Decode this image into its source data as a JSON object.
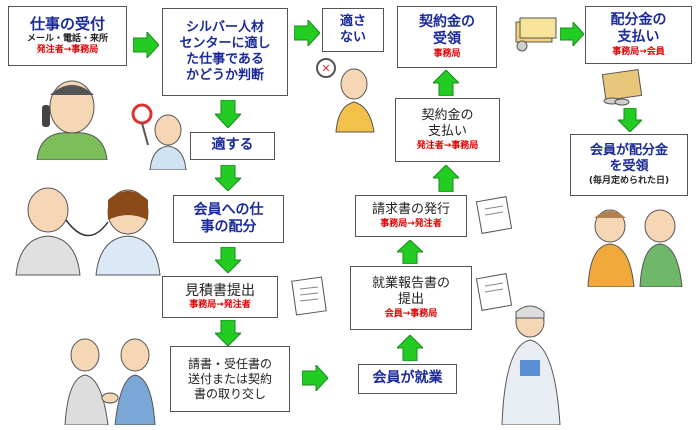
{
  "steps": {
    "order_receipt": {
      "title": "仕事の受付",
      "detail": "メール・電話・来所",
      "flow": "発注者→事務局"
    },
    "judge": {
      "line1": "シルバー人材",
      "line2": "センターに適し",
      "line3": "た仕事である",
      "line4": "かどうか判断"
    },
    "not_suitable": {
      "line1": "適さ",
      "line2": "ない"
    },
    "suitable": "適する",
    "assign": {
      "line1": "会員への仕",
      "line2": "事の配分"
    },
    "estimate": {
      "title": "見積書提出",
      "flow": "事務局→発注者"
    },
    "contract": {
      "line1": "請書・受任書の",
      "line2": "送付または契約",
      "line3": "書の取り交し"
    },
    "member_work": "会員が就業",
    "work_report": {
      "line1": "就業報告書の",
      "line2": "提出",
      "flow": "会員→事務局"
    },
    "invoice": {
      "title": "請求書の発行",
      "flow": "事務局→発注者"
    },
    "payment": {
      "line1": "契約金の",
      "line2": "支払い",
      "flow": "発注者→事務局"
    },
    "receipt": {
      "line1": "契約金の",
      "line2": "受領",
      "flow": "事務局"
    },
    "distribution_payment": {
      "line1": "配分金の",
      "line2": "支払い",
      "flow": "事務局→会員"
    },
    "member_receive": {
      "line1": "会員が配分金",
      "line2": "を受領",
      "note": "(毎月定められた日)"
    }
  },
  "colors": {
    "arrow": "#22cc22",
    "arrow_edge": "#1a8a1a",
    "title": "#1a2a9a",
    "flow": "#e10000"
  }
}
